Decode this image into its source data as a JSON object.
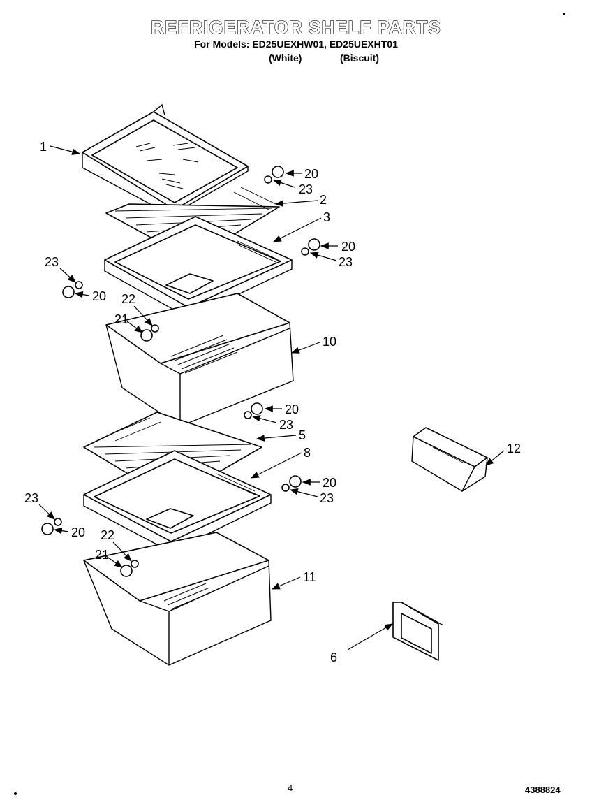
{
  "header": {
    "title": "REFRIGERATOR SHELF PARTS",
    "models": "For Models: ED25UEXHW01, ED25UEXHT01",
    "variant_white": "(White)",
    "variant_biscuit": "(Biscuit)"
  },
  "footer": {
    "page_number": "4",
    "document_number": "4388824"
  },
  "callouts": {
    "c1": "1",
    "c2": "2",
    "c3": "3",
    "c5": "5",
    "c6": "6",
    "c8": "8",
    "c10": "10",
    "c11": "11",
    "c12": "12",
    "c20a": "20",
    "c23a": "23",
    "c20b": "20",
    "c23b": "23",
    "c23c": "23",
    "c20c": "20",
    "c22a": "22",
    "c21a": "21",
    "c20d": "20",
    "c23d": "23",
    "c20e": "20",
    "c23e": "23",
    "c23f": "23",
    "c20f": "20",
    "c22b": "22",
    "c21b": "21"
  }
}
